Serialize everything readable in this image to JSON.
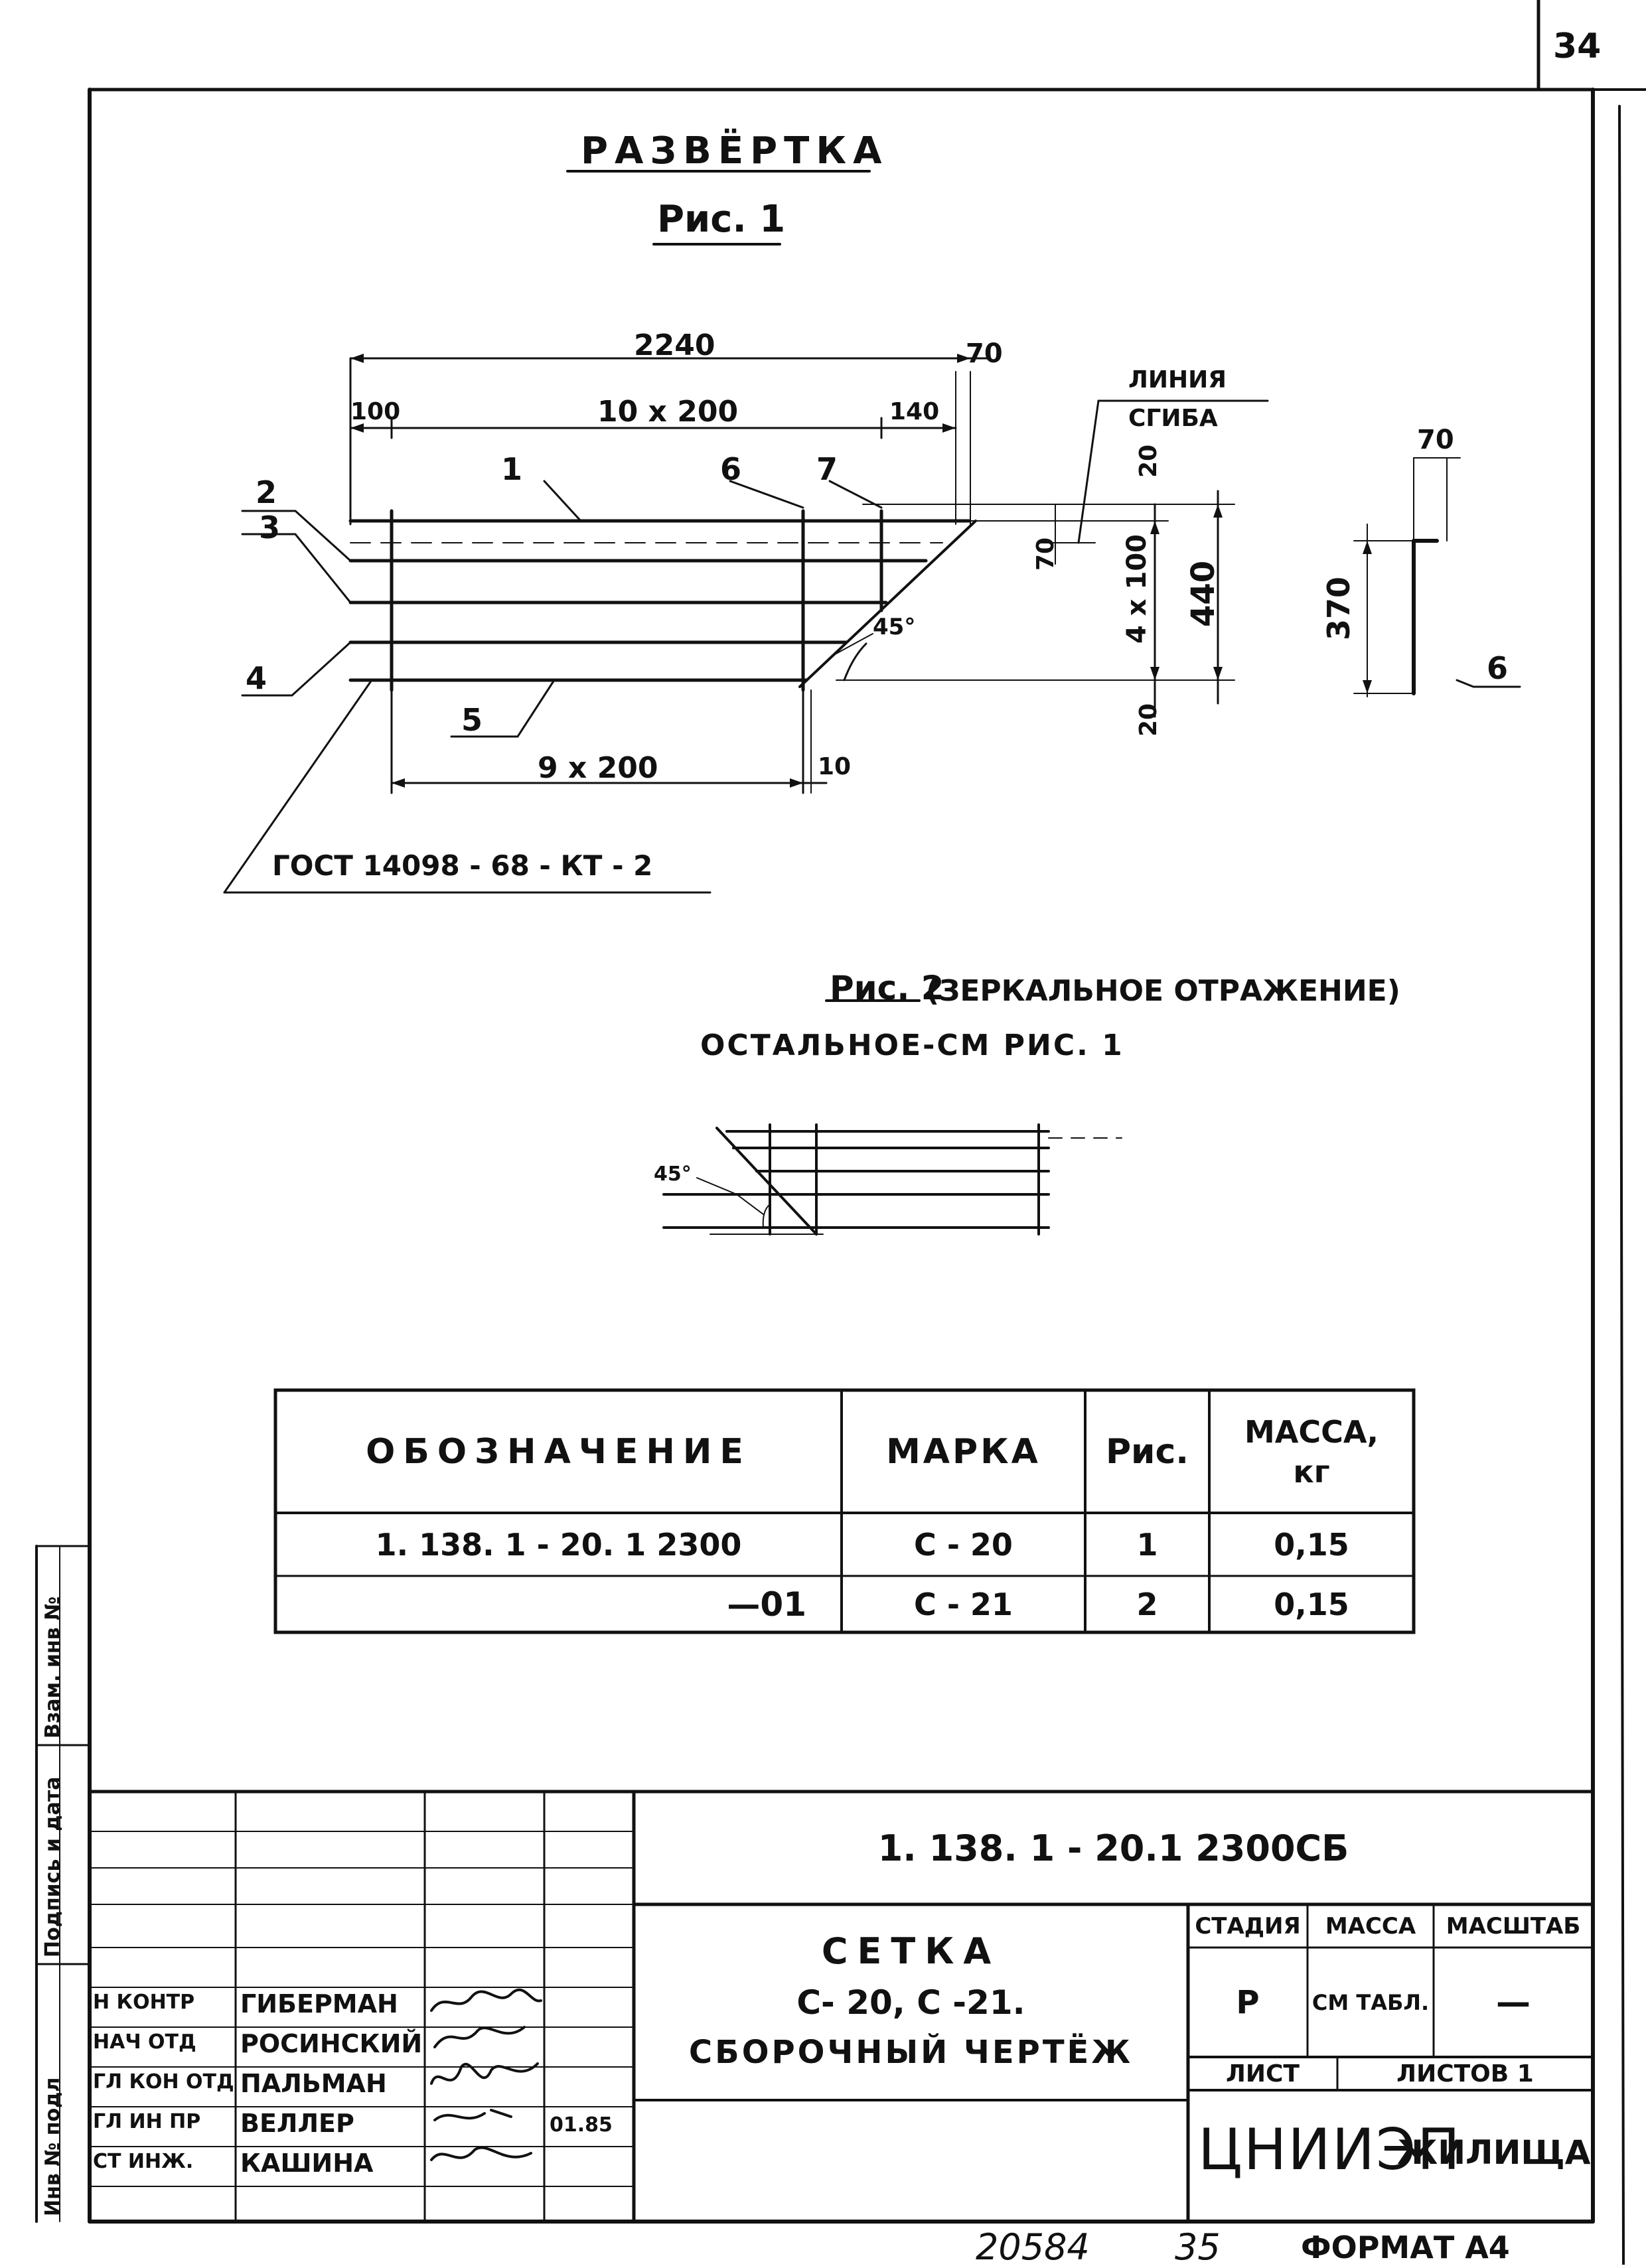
{
  "sheet_number": "34",
  "figure1": {
    "title": "РАЗВЁРТКА",
    "subtitle": "Рис. 1",
    "dims": {
      "overall": "2240",
      "overhang": "70",
      "left_offset": "100",
      "pitch_top": "10 x 200",
      "right_offset": "140",
      "bottom_pitch": "9 x 200",
      "small_right": "10",
      "top_band": "20",
      "bend_offset": "70",
      "rows": "4 x 100",
      "height": "440",
      "bottom_band": "20",
      "angle": "45°",
      "bend_top": "70",
      "bend_height": "370"
    },
    "positions": [
      "1",
      "2",
      "3",
      "4",
      "5",
      "6",
      "7"
    ],
    "side_position": "6",
    "bend_line": [
      "ЛИНИЯ",
      "СГИБА"
    ],
    "gost": "ГОСТ 14098 - 68 - КТ - 2"
  },
  "figure2": {
    "title": "Рис. 2",
    "note": "(ЗЕРКАЛЬНОЕ ОТРАЖЕНИЕ)",
    "rest": "ОСТАЛЬНОЕ-СМ РИС. 1",
    "angle": "45°"
  },
  "spec_table": {
    "headers": [
      "ОБОЗНАЧЕНИЕ",
      "МАРКА",
      "Рис.",
      "МАССА, кг"
    ],
    "rows": [
      [
        "1. 138. 1 - 20. 1 2300",
        "С - 20",
        "1",
        "0,15"
      ],
      [
        "—01",
        "С - 21",
        "2",
        "0,15"
      ]
    ]
  },
  "side_stamp": [
    "Инв № подл",
    "Подпись и дата",
    "Взам. инв №"
  ],
  "title_block": {
    "designation": "1. 138. 1 - 20.1 2300СБ",
    "name_lines": [
      "СЕТКА",
      "С- 20,  С -21.",
      "СБОРОЧНЫЙ  ЧЕРТЁЖ"
    ],
    "roles": [
      {
        "role": "Н КОНТР",
        "name": "ГИБЕРМАН",
        "date": ""
      },
      {
        "role": "НАЧ ОТД",
        "name": "РОСИНСКИЙ",
        "date": ""
      },
      {
        "role": "ГЛ КОН ОТД",
        "name": "ПАЛЬМАН",
        "date": ""
      },
      {
        "role": "ГЛ ИН ПР",
        "name": "ВЕЛЛЕР",
        "date": "01.85"
      },
      {
        "role": "СТ ИНЖ.",
        "name": "КАШИНА",
        "date": ""
      }
    ],
    "stage_header": "СТАДИЯ",
    "mass_header": "МАССА",
    "scale_header": "МАСШТАБ",
    "stage": "Р",
    "mass": "СМ ТАБЛ.",
    "scale": "—",
    "sheet_label": "ЛИСТ",
    "sheets_label": "ЛИСТОВ 1",
    "org_main": "ЦНИИЭП",
    "org_sub": "ЖИЛИЩА"
  },
  "footer": {
    "handwritten_number": "20584",
    "handwritten_page": "35",
    "format": "ФОРМАТ А4"
  }
}
